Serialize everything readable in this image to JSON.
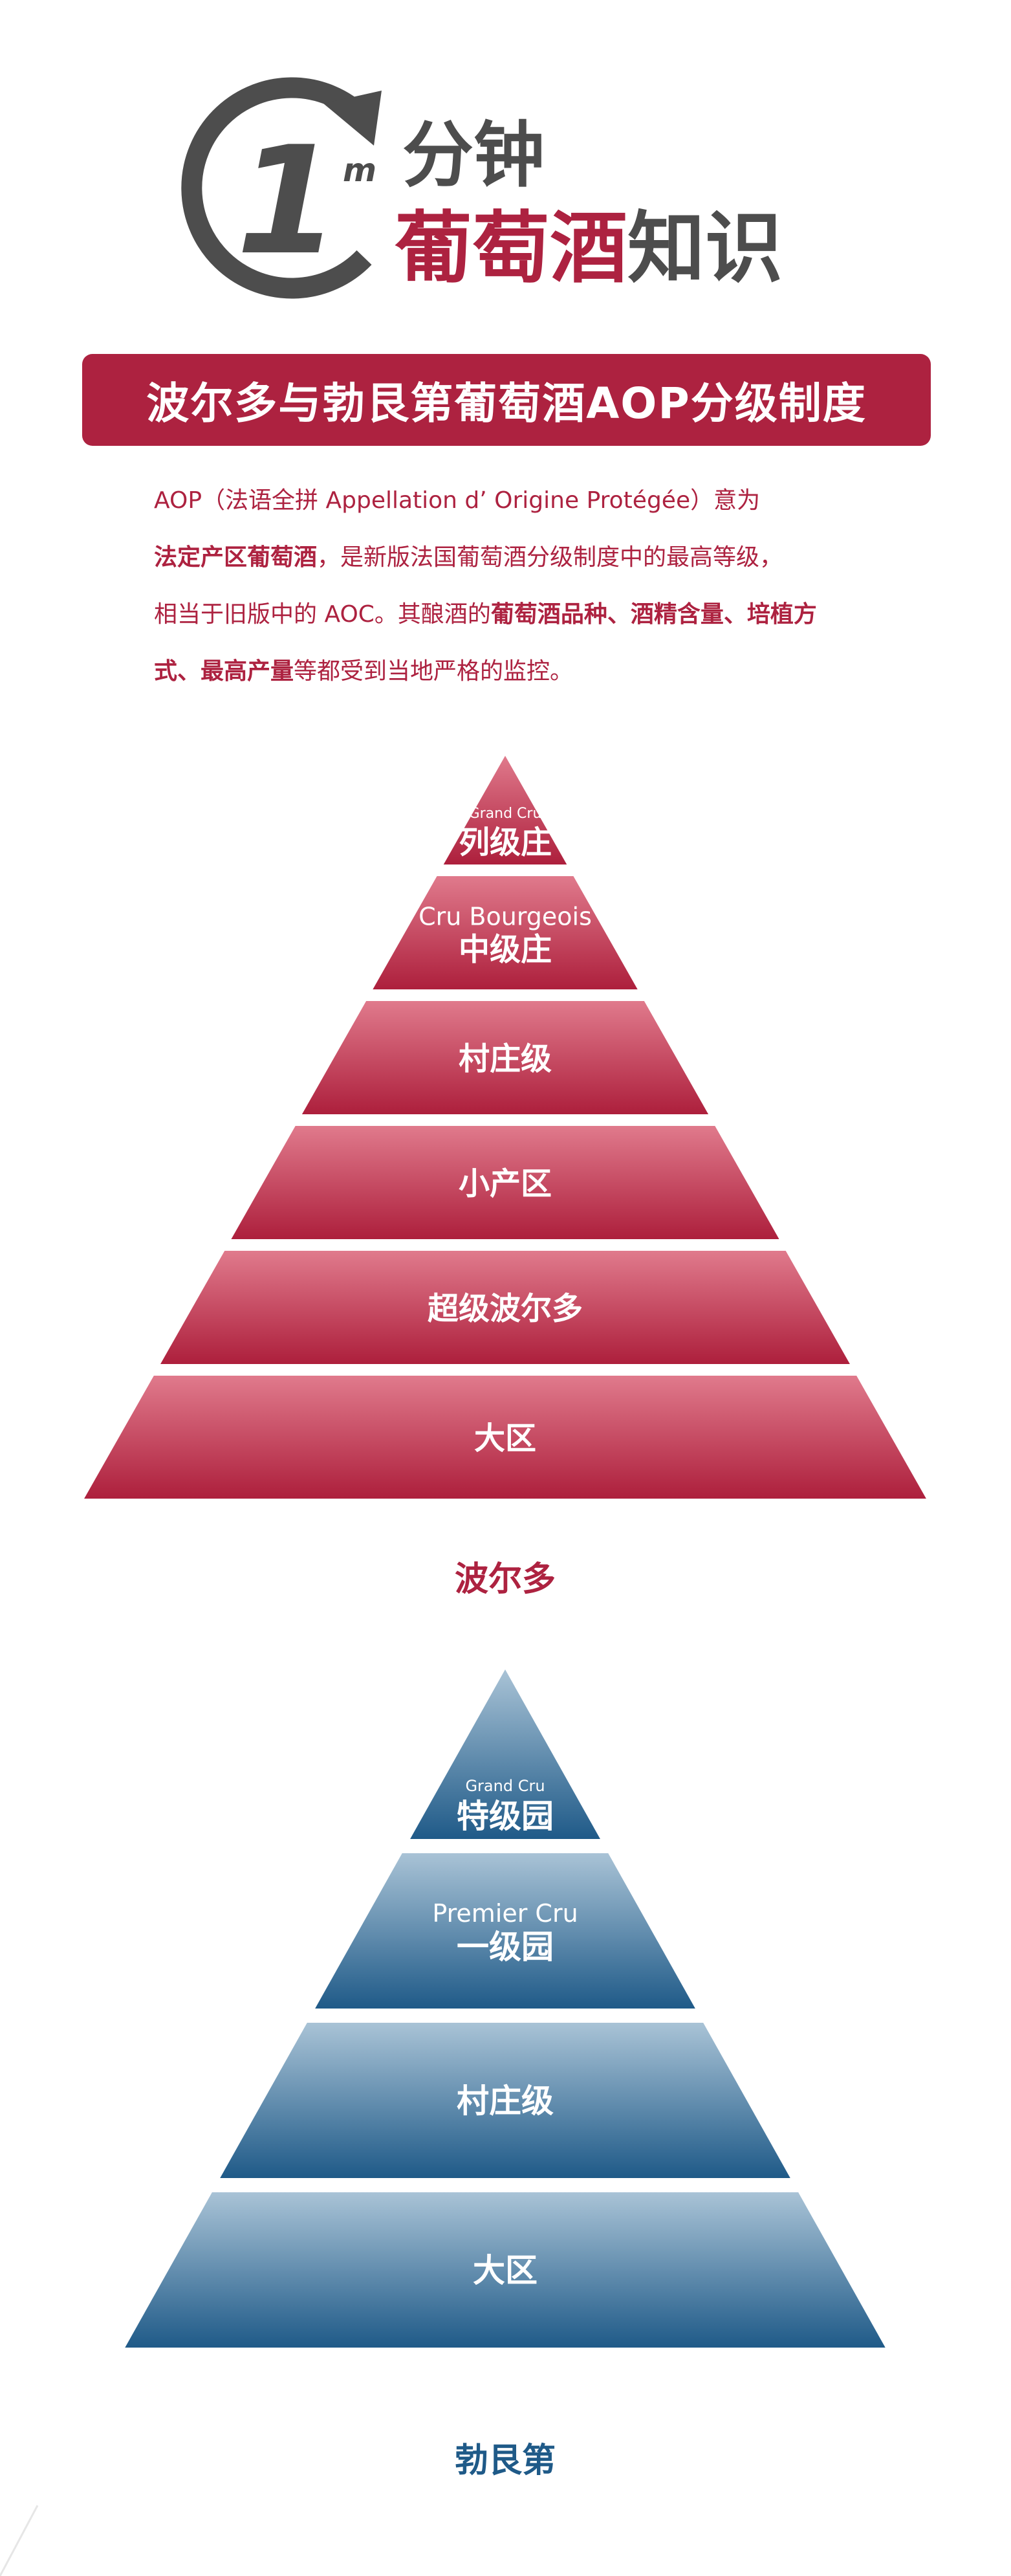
{
  "logo": {
    "badge_number": "1",
    "badge_sup": "m",
    "line1": "分钟",
    "line2_red": "葡萄酒",
    "line2_gray": "知识"
  },
  "colors": {
    "brand_red": "#ad2240",
    "dark_gray": "#4d4d4d",
    "bordeaux_top": "#e07a8c",
    "bordeaux_bottom": "#ad1f3c",
    "burgundy_top": "#a9c3d6",
    "burgundy_bottom": "#1f5a88",
    "burgundy_label": "#1f5a88"
  },
  "banner": {
    "title": "波尔多与勃艮第葡萄酒AOP分级制度"
  },
  "intro": {
    "line1": "AOP（法语全拼 Appellation d’ Origine Protégée）意为",
    "line2_bold": "法定产区葡萄酒",
    "line2_rest": "，是新版法国葡萄酒分级制度中的最高等级，",
    "line3_a": "相当于旧版中的 AOC。其酿酒的",
    "line3_bold": "葡萄酒品种、酒精含量、培植方",
    "line4_bold": "式、最高产量",
    "line4_rest": "等都受到当地严格的监控。"
  },
  "pyramids": [
    {
      "name": "bordeaux",
      "caption": "波尔多",
      "tiers": [
        {
          "en": "Grand Cru",
          "zh": "列级庄"
        },
        {
          "en": "Cru Bourgeois",
          "zh": "中级庄"
        },
        {
          "en": "",
          "zh": "村庄级"
        },
        {
          "en": "",
          "zh": "小产区"
        },
        {
          "en": "",
          "zh": "超级波尔多"
        },
        {
          "en": "",
          "zh": "大区"
        }
      ]
    },
    {
      "name": "burgundy",
      "caption": "勃艮第",
      "tiers": [
        {
          "en": "Grand Cru",
          "zh": "特级园"
        },
        {
          "en": "Premier Cru",
          "zh": "一级园"
        },
        {
          "en": "",
          "zh": "村庄级"
        },
        {
          "en": "",
          "zh": "大区"
        }
      ]
    }
  ]
}
